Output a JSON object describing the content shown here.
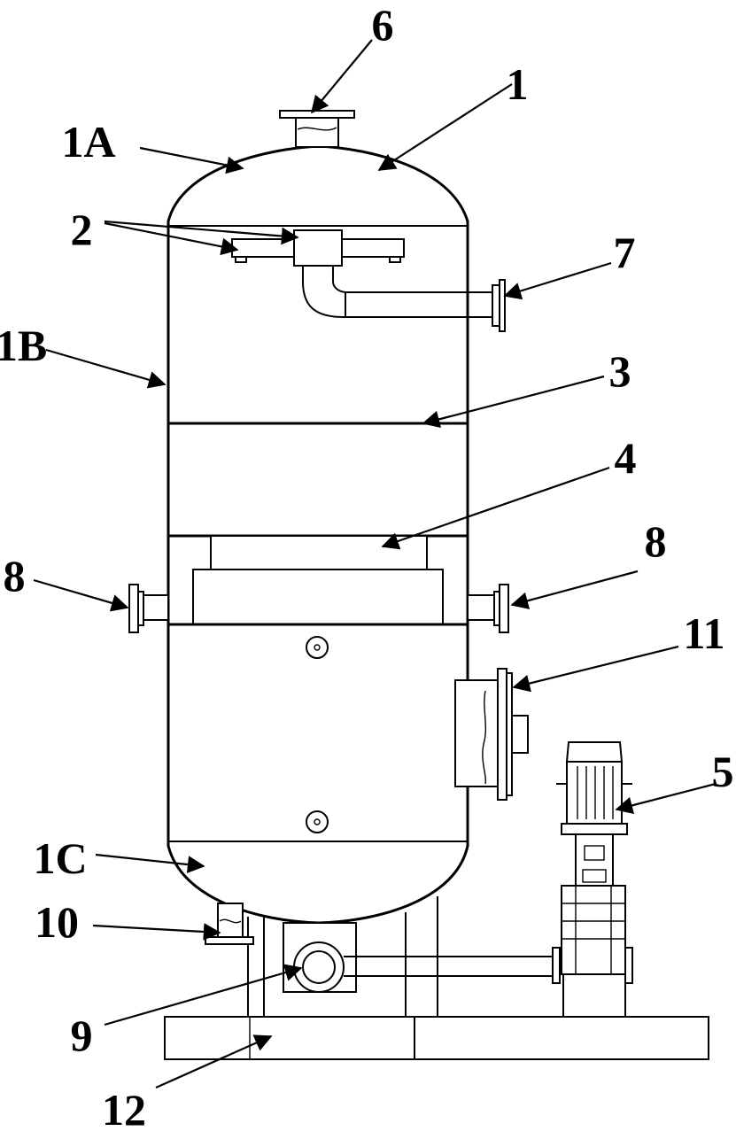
{
  "labels": {
    "l1": "1",
    "l1a": "1A",
    "l1b": "1B",
    "l1c": "1C",
    "l2": "2",
    "l3": "3",
    "l4": "4",
    "l5": "5",
    "l6": "6",
    "l7": "7",
    "l8_left": "8",
    "l8_right": "8",
    "l9": "9",
    "l10": "10",
    "l11": "11",
    "l12": "12"
  }
}
